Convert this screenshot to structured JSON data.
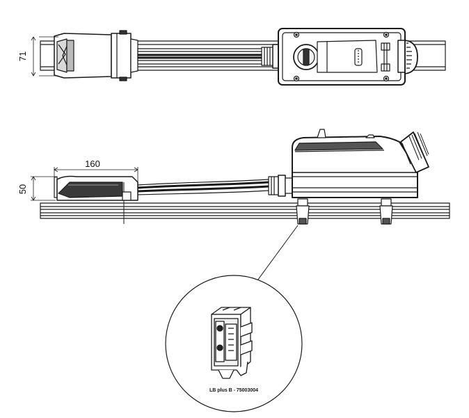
{
  "dimensions": {
    "top_height": "71",
    "side_length": "160",
    "side_height": "50"
  },
  "detail": {
    "caption": "LB plus B - 75003004"
  }
}
